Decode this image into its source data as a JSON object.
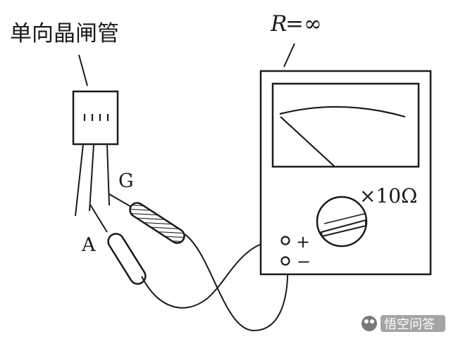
{
  "labels": {
    "device": "单向晶闸管",
    "resistance_R": "R",
    "resistance_value": "=∞",
    "range": "×10Ω",
    "gate": "G",
    "anode": "A",
    "plus": "+",
    "minus": "−"
  },
  "watermark": {
    "text": "悟空问答"
  },
  "colors": {
    "ink": "#1a1a1a",
    "background": "#ffffff"
  }
}
